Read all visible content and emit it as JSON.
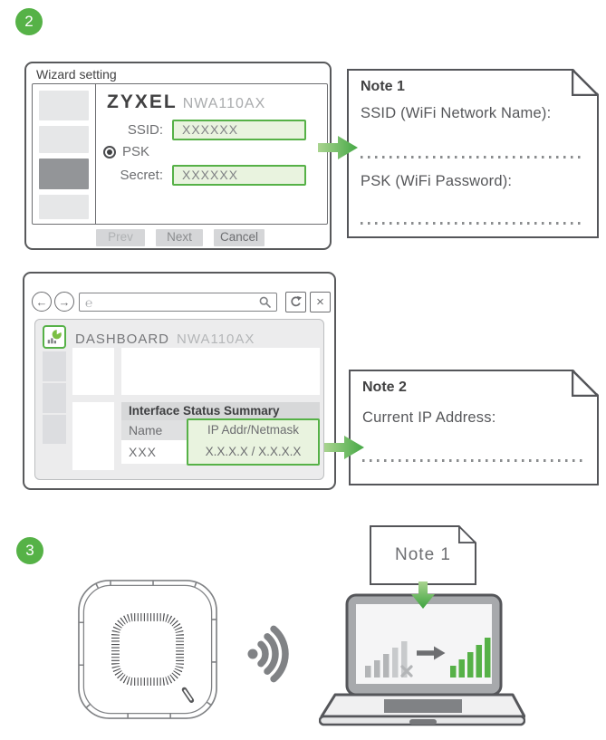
{
  "colors": {
    "accent_green": "#56b147",
    "green_fill": "#e9f3df",
    "outline_dark": "#58595b"
  },
  "steps": {
    "step2": "2",
    "step3": "3"
  },
  "icons": {
    "back_arrow": "←",
    "forward_arrow": "→",
    "globe": "℮",
    "close": "×"
  },
  "wizard": {
    "title": "Wizard setting",
    "brand": "ZYXEL",
    "model": "NWA110AX",
    "ssid_label": "SSID:",
    "ssid_value": "XXXXXX",
    "psk_label": "PSK",
    "secret_label": "Secret:",
    "secret_value": "XXXXXX",
    "buttons": {
      "prev": "Prev",
      "next": "Next",
      "cancel": "Cancel"
    }
  },
  "note1": {
    "title": "Note 1",
    "ssid_line": "SSID (WiFi Network Name):",
    "psk_line": "PSK (WiFi Password):"
  },
  "browser": {
    "dashboard_title": "DASHBOARD",
    "model": "NWA110AX",
    "table": {
      "title": "Interface Status Summary",
      "col_name": "Name",
      "col_ip": "IP Addr/Netmask",
      "row_name": "XXX",
      "row_ip": "X.X.X.X / X.X.X.X"
    }
  },
  "note2": {
    "title": "Note 2",
    "ip_line": "Current IP Address:"
  },
  "note3": {
    "title": "Note 1"
  }
}
